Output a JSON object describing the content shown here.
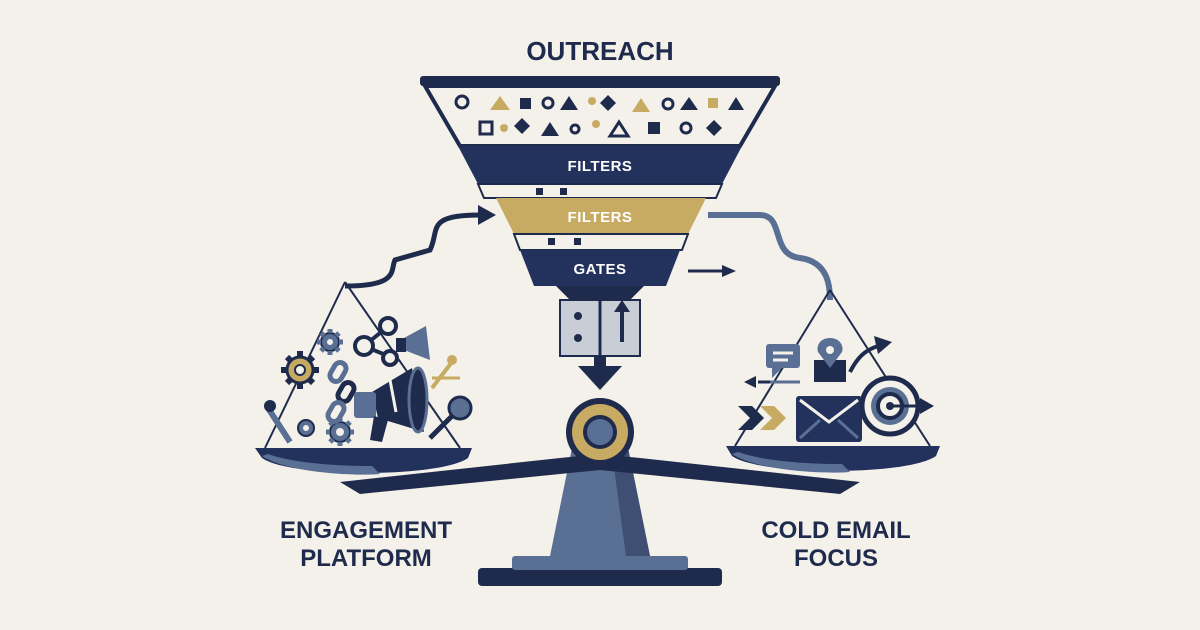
{
  "title": "OUTREACH",
  "funnel": {
    "bands": [
      {
        "label": "FILTERS",
        "color": "#23325c",
        "text_color": "#ffffff"
      },
      {
        "label": "FILTERS",
        "color": "#c8ab62",
        "text_color": "#ffffff"
      },
      {
        "label": "GATES",
        "color": "#23325c",
        "text_color": "#ffffff"
      }
    ]
  },
  "left_side": {
    "label_line1": "ENGAGEMENT",
    "label_line2": "PLATFORM",
    "icons": [
      "gear-icon",
      "gear-icon",
      "gear-icon",
      "chain-link-icon",
      "network-nodes-icon",
      "megaphone-icon",
      "magic-wand-icon",
      "wrench-icon"
    ]
  },
  "right_side": {
    "label_line1": "COLD EMAIL",
    "label_line2": "FOCUS",
    "icons": [
      "chat-bubble-icon",
      "location-pin-icon",
      "envelope-icon",
      "target-icon",
      "arrow-icon",
      "chevron-icon"
    ]
  },
  "colors": {
    "navy": "#1f2b4d",
    "slate": "#5a6f94",
    "gold": "#c8ab62",
    "background": "#f4f1ea"
  }
}
